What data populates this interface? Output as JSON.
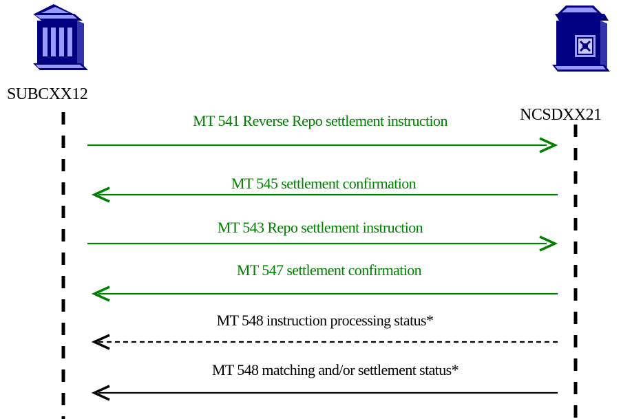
{
  "parties": {
    "left": {
      "name": "SUBCXX12",
      "icon": "bank-building-icon"
    },
    "right": {
      "name": "NCSDXX21",
      "icon": "csd-building-icon"
    }
  },
  "colors": {
    "green": "#008000",
    "black": "#000000",
    "building_fill": "#000080",
    "building_light": "#9999ff"
  },
  "messages": [
    {
      "label": "MT 541 Reverse Repo settlement instruction",
      "direction": "left-to-right",
      "color": "green",
      "style": "solid"
    },
    {
      "label": "MT 545 settlement confirmation",
      "direction": "right-to-left",
      "color": "green",
      "style": "solid"
    },
    {
      "label": "MT 543 Repo settlement instruction",
      "direction": "left-to-right",
      "color": "green",
      "style": "solid"
    },
    {
      "label": "MT 547 settlement confirmation",
      "direction": "right-to-left",
      "color": "green",
      "style": "solid"
    },
    {
      "label": "MT 548 instruction processing status*",
      "direction": "right-to-left",
      "color": "black",
      "style": "dashed"
    },
    {
      "label": "MT 548 matching and/or settlement status*",
      "direction": "right-to-left",
      "color": "black",
      "style": "solid"
    }
  ]
}
